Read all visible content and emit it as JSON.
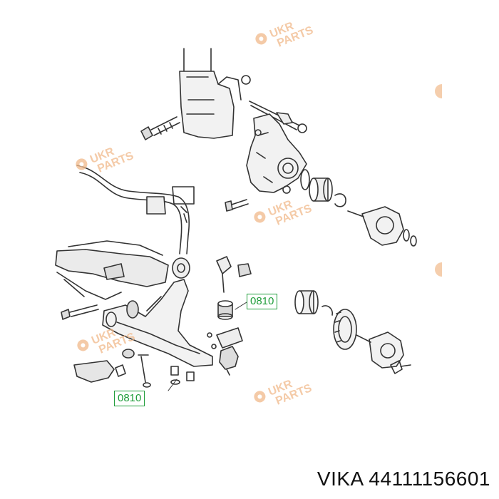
{
  "watermark": {
    "line1": "UKR",
    "line2": "PARTS",
    "color": "#f1b98a"
  },
  "callouts": {
    "upper": "0810",
    "lower": "0810",
    "color": "#1f9d3a"
  },
  "caption": "VIKA 44111156601",
  "colors": {
    "line": "#333333",
    "shade": "#d9d9d9",
    "background": "#ffffff"
  }
}
